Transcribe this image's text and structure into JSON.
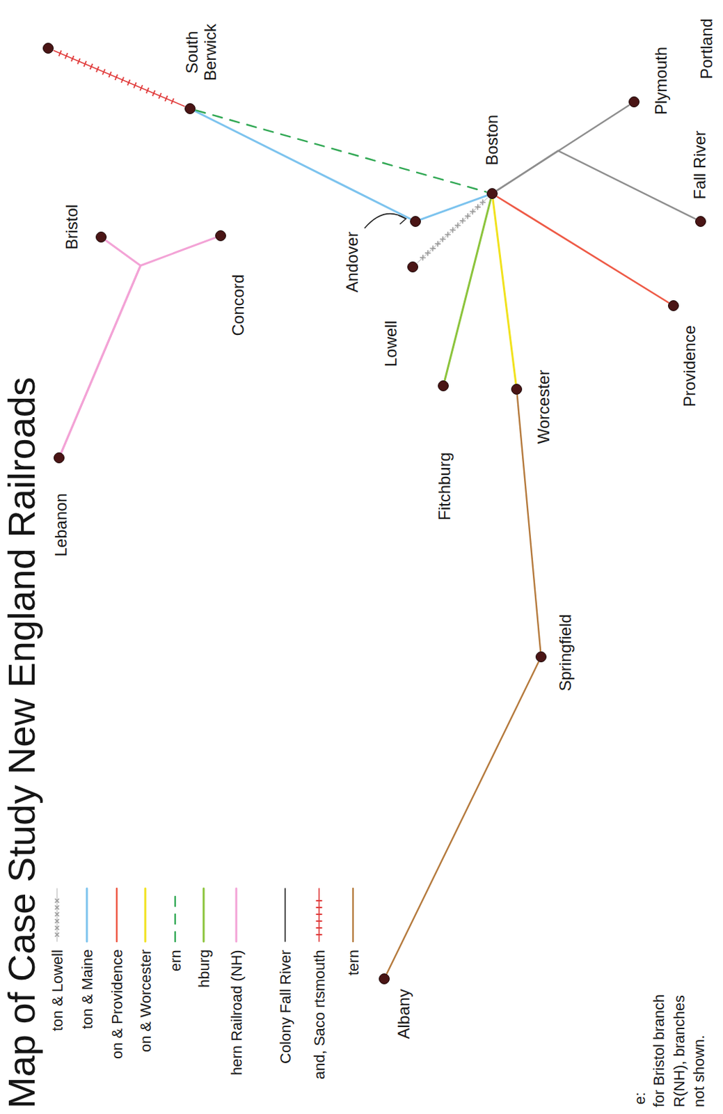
{
  "diagram": {
    "title": "Map of Case Study New England Railroads",
    "nodes": [
      {
        "text": [
          "Portland"
        ]
      },
      {
        "text": [
          "South Berwick"
        ]
      },
      {
        "text": [
          "Boston"
        ]
      },
      {
        "text": [
          "Plymouth"
        ]
      },
      {
        "text": [
          "Fall River"
        ]
      },
      {
        "text": [
          "Andover"
        ]
      },
      {
        "text": [
          "Lowell"
        ]
      },
      {
        "text": [
          "Providence"
        ]
      },
      {
        "text": [
          "Fitchburg"
        ]
      },
      {
        "text": [
          "Worcester"
        ]
      },
      {
        "text": [
          "Springfield"
        ]
      },
      {
        "text": [
          "Albany"
        ]
      },
      {
        "text": [
          "Bristol"
        ]
      },
      {
        "text": [
          "Concord"
        ]
      },
      {
        "text": [
          "Lebanon"
        ]
      }
    ],
    "edges": [
      {
        "from": 0,
        "to": 1,
        "arrow": "none"
      },
      {
        "from": 1,
        "to": 5,
        "arrow": "none"
      },
      {
        "from": 5,
        "to": 2,
        "arrow": "none"
      },
      {
        "from": 1,
        "to": 2,
        "arrow": "none"
      },
      {
        "from": 2,
        "to": 6,
        "arrow": "none"
      },
      {
        "from": 2,
        "to": 8,
        "arrow": "none"
      },
      {
        "from": 2,
        "to": 9,
        "arrow": "none"
      },
      {
        "from": 9,
        "to": 10,
        "arrow": "none"
      },
      {
        "from": 10,
        "to": 11,
        "arrow": "none"
      },
      {
        "from": 2,
        "to": 7,
        "arrow": "none"
      },
      {
        "from": 2,
        "to": 3,
        "arrow": "none"
      },
      {
        "from": 2,
        "to": 4,
        "arrow": "none"
      },
      {
        "from": 14,
        "to": 13,
        "arrow": "none"
      },
      {
        "from": 14,
        "to": 12,
        "arrow": "none"
      }
    ],
    "labels": [
      "e:",
      "for Bristol branch R(NH), branches not shown."
    ],
    "legend": [
      {
        "text": "ton & Lowell"
      },
      {
        "text": "ton & Maine"
      },
      {
        "text": "on & Providence"
      },
      {
        "text": "on & Worcester"
      },
      {
        "text": "ern"
      },
      {
        "text": "hburg"
      },
      {
        "text": "hern Railroad (NH)"
      },
      {
        "text": "Colony Fall River"
      },
      {
        "text": "and, Saco rtsmouth"
      },
      {
        "text": "tern"
      }
    ]
  }
}
